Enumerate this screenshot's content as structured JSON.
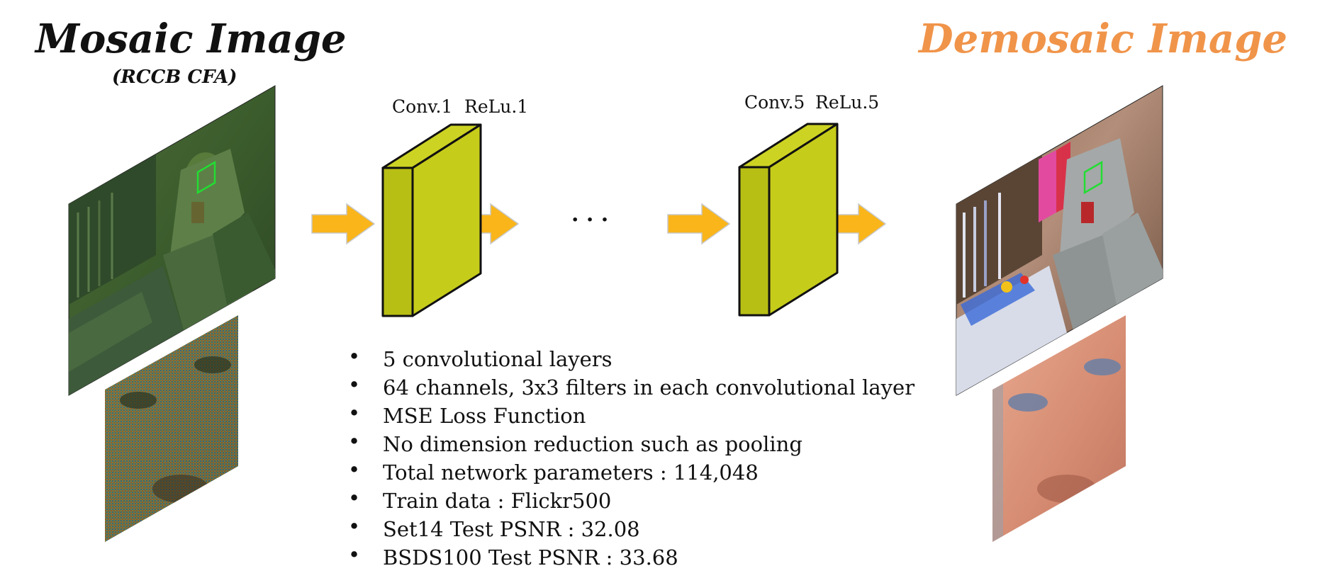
{
  "left_title": {
    "text": "Mosaic Image",
    "subtitle": "(RCCB CFA)"
  },
  "right_title": {
    "text": "Demosaic Image",
    "color": "#f0944a"
  },
  "layers": [
    {
      "conv_label": "Conv.1",
      "relu_label": "ReLu.1"
    },
    {
      "conv_label": "Conv.5",
      "relu_label": "ReLu.5"
    }
  ],
  "ellipsis": "· · ·",
  "bullets": [
    "5 convolutional layers",
    "64 channels,  3x3 filters in each convolutional layer",
    "MSE Loss Function",
    "No dimension reduction such as pooling",
    "Total network parameters : 114,048",
    "Train data : Flickr500",
    "Set14 Test PSNR : 32.08",
    "BSDS100 Test PSNR :  33.68"
  ],
  "bullet_glyph": "•",
  "colors": {
    "layer_front": "#b8bf14",
    "layer_side": "#c6cc1a",
    "arrow": "#f9b51a",
    "highlight_box": "#22dd33",
    "mosaic_tint": "#3a5a2a",
    "demosaic_tint": "#b07a6a"
  }
}
